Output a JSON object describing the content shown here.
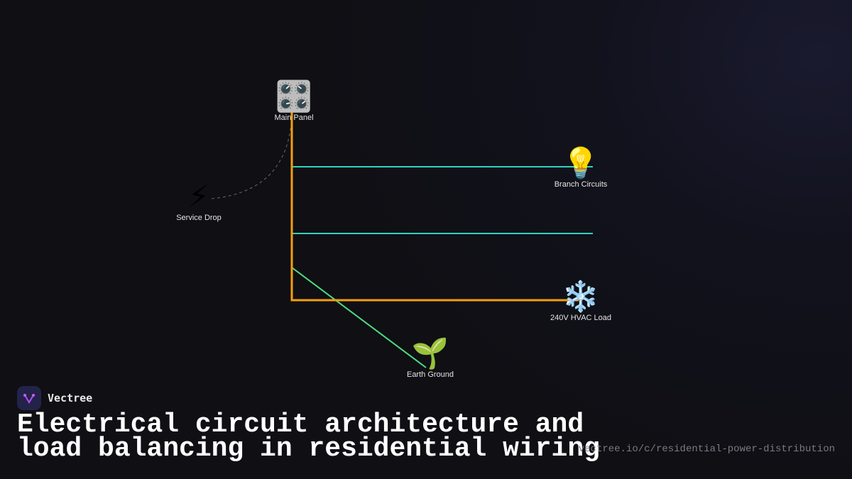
{
  "colors": {
    "main_feed": "#f59e0b",
    "branch": "#2dd4bf",
    "ground": "#4ade80",
    "service_link": "#6b6b70",
    "background": "#0f0f14"
  },
  "nodes": [
    {
      "id": "main-panel",
      "label": "Main Panel",
      "icon": "control-knobs-icon",
      "glyph": "🎛️"
    },
    {
      "id": "service-drop",
      "label": "Service Drop",
      "icon": "lightning-icon",
      "glyph": "⚡"
    },
    {
      "id": "branch-circuits",
      "label": "Branch Circuits",
      "icon": "light-bulb-icon",
      "glyph": "💡"
    },
    {
      "id": "hvac-load",
      "label": "240V HVAC Load",
      "icon": "snowflake-icon",
      "glyph": "❄️"
    },
    {
      "id": "earth-ground",
      "label": "Earth Ground",
      "icon": "seedling-icon",
      "glyph": "🌱"
    }
  ],
  "brand": {
    "name": "Vectree"
  },
  "title": {
    "line1": "Electrical circuit architecture and",
    "line2": "load balancing in residential wiring"
  },
  "url": "vectree.io/c/residential-power-distribution"
}
